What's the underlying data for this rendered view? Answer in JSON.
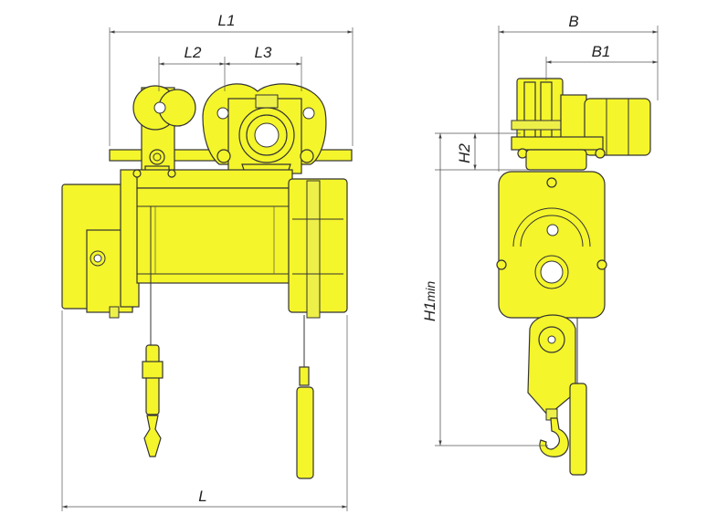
{
  "dimensions": {
    "L": "L",
    "L1": "L1",
    "L2": "L2",
    "L3": "L3",
    "B": "B",
    "B1": "B1",
    "H1": "H1",
    "H1_sub": "min",
    "H2": "H2"
  },
  "colors": {
    "body": "#f4f52a",
    "outline": "#333333",
    "dimension_line": "#555555"
  }
}
